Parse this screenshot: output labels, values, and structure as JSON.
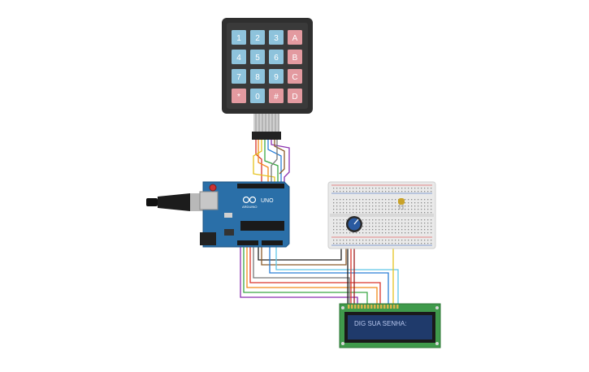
{
  "keypad": {
    "keys": [
      "1",
      "2",
      "3",
      "A",
      "4",
      "5",
      "6",
      "B",
      "7",
      "8",
      "9",
      "C",
      "*",
      "0",
      "#",
      "D"
    ]
  },
  "arduino": {
    "model_label": "UNO",
    "brand_label": "ARDUINO"
  },
  "lcd": {
    "display_text": "DIG SUA SENHA:"
  },
  "colors": {
    "keypad_body": "#2f2f2f",
    "key_numeric": "#8ec3dc",
    "key_letter": "#e39aa0",
    "arduino_board": "#2a6fa8",
    "breadboard": "#e9e9e9",
    "lcd_pcb": "#3f9a4b",
    "lcd_screen": "#1f3a6b",
    "lcd_text": "#b9c8ef",
    "potentiometer": "#2a5aa0"
  }
}
